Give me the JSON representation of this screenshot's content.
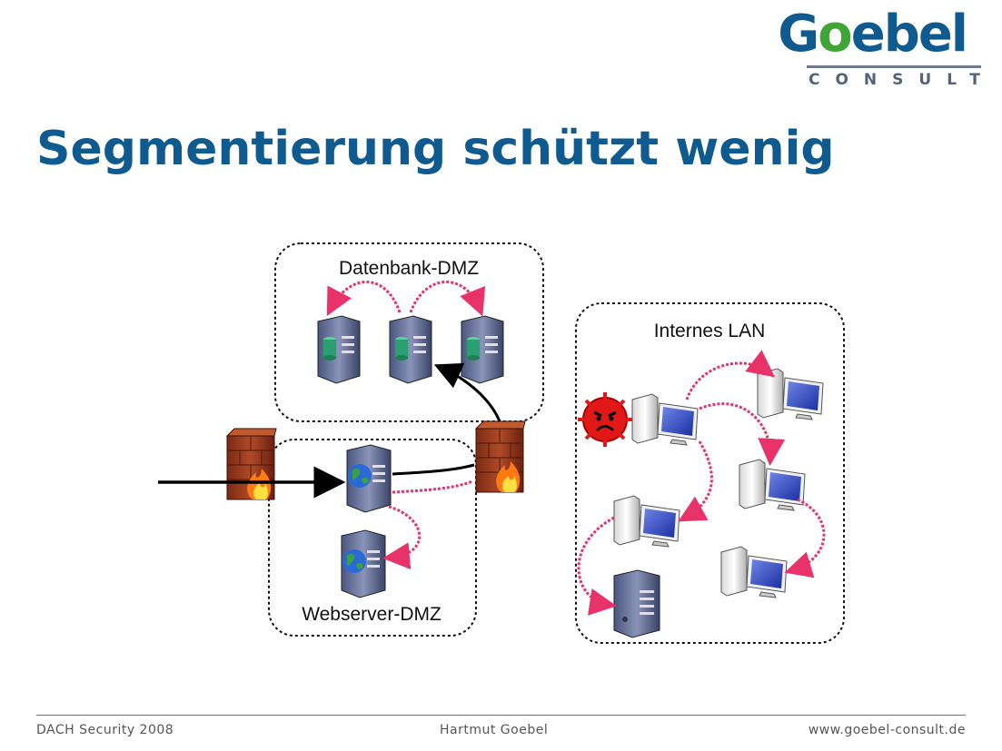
{
  "logo": {
    "word_pre": "G",
    "word_o": "o",
    "word_post": "ebel",
    "sub": "CONSULT"
  },
  "title": "Segmentierung schützt wenig",
  "diagram": {
    "zones": {
      "database": "Datenbank-DMZ",
      "internal": "Internes LAN",
      "webserver": "Webserver-DMZ"
    },
    "icons": [
      "database-server-icon",
      "firewall-icon",
      "web-server-icon",
      "workstation-icon",
      "attacker-virus-icon",
      "server-icon"
    ]
  },
  "footer": {
    "left": "DACH Security 2008",
    "center": "Hartmut Goebel",
    "right": "www.goebel-consult.de"
  },
  "colors": {
    "title": "#0f5a8f",
    "accent_green": "#3fa535",
    "arrow_pink": "#e8336a"
  }
}
